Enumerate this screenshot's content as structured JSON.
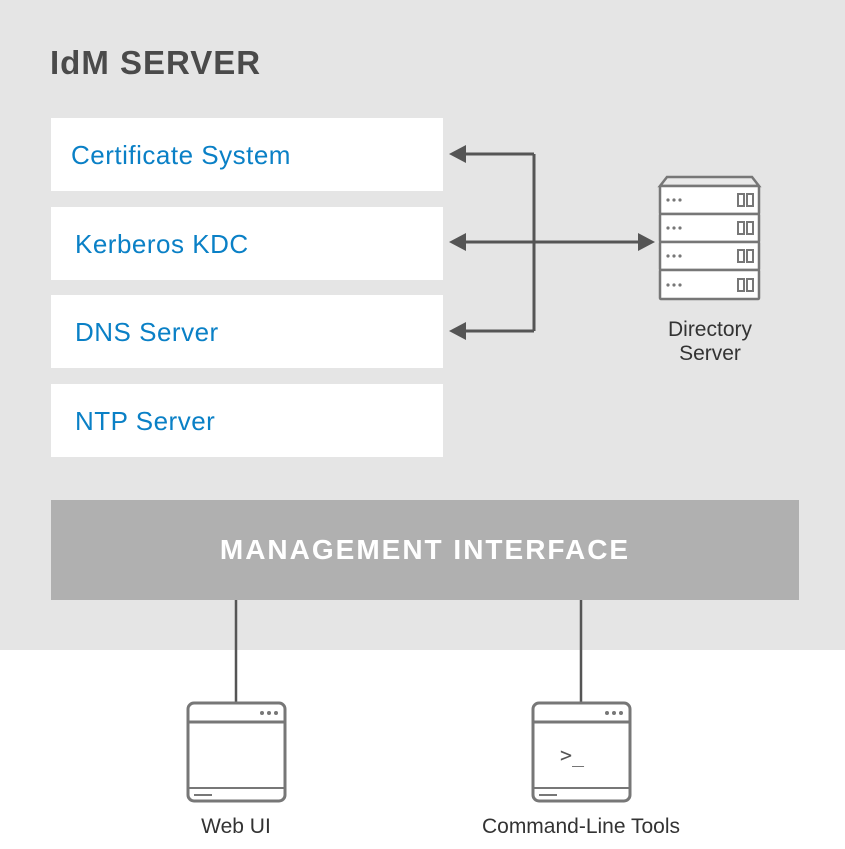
{
  "diagram": {
    "title": "IdM SERVER",
    "services": [
      {
        "label": "Certificate System"
      },
      {
        "label": "Kerberos KDC"
      },
      {
        "label": "DNS Server"
      },
      {
        "label": "NTP Server"
      }
    ],
    "directory_server": {
      "line1": "Directory",
      "line2": "Server",
      "icon": "server-rack-icon"
    },
    "management_interface": {
      "label": "MANAGEMENT INTERFACE"
    },
    "clients": [
      {
        "label": "Web UI",
        "icon": "browser-window-icon"
      },
      {
        "label": "Command-Line Tools",
        "icon": "terminal-window-icon",
        "prompt": ">_"
      }
    ]
  },
  "colors": {
    "panel": "#e5e5e5",
    "box": "#ffffff",
    "service_text": "#0a80c6",
    "title_text": "#4a4a4a",
    "interface": "#b0b0b0",
    "connector": "#555555"
  }
}
